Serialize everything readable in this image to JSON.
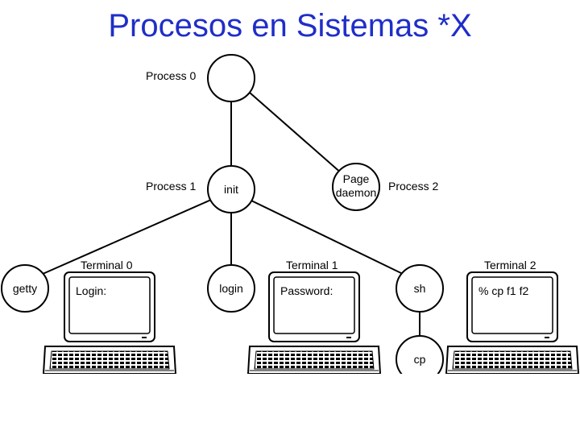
{
  "slide": {
    "title": "Procesos en Sistemas *X"
  },
  "colors": {
    "title": "#1f2ec8",
    "lines": "#000000",
    "screen": "#ffffff"
  },
  "labels": {
    "process0": "Process 0",
    "process1": "Process 1",
    "process2": "Process 2"
  },
  "nodes": {
    "init": "init",
    "pagedaemon_line1": "Page",
    "pagedaemon_line2": "daemon",
    "getty": "getty",
    "login": "login",
    "sh": "sh",
    "cp": "cp"
  },
  "terminals": [
    {
      "name": "Terminal 0",
      "screen_text": "Login:"
    },
    {
      "name": "Terminal 1",
      "screen_text": "Password:"
    },
    {
      "name": "Terminal 2",
      "screen_text": "% cp f1 f2"
    }
  ]
}
